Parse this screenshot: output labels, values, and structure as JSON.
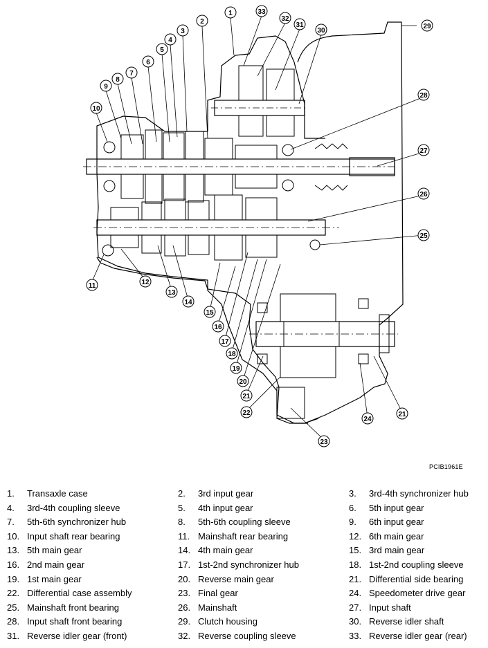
{
  "diagram": {
    "figure_code": "PCIB1961E",
    "callouts": [
      "1",
      "2",
      "3",
      "4",
      "5",
      "6",
      "7",
      "8",
      "9",
      "10",
      "11",
      "12",
      "13",
      "14",
      "15",
      "16",
      "17",
      "18",
      "19",
      "20",
      "21",
      "21",
      "22",
      "23",
      "24",
      "25",
      "26",
      "27",
      "28",
      "29",
      "30",
      "31",
      "32",
      "33"
    ]
  },
  "legend": [
    {
      "num": "1.",
      "label": "Transaxle case"
    },
    {
      "num": "2.",
      "label": "3rd input gear"
    },
    {
      "num": "3.",
      "label": "3rd-4th synchronizer hub"
    },
    {
      "num": "4.",
      "label": "3rd-4th coupling sleeve"
    },
    {
      "num": "5.",
      "label": "4th input gear"
    },
    {
      "num": "6.",
      "label": "5th input gear"
    },
    {
      "num": "7.",
      "label": "5th-6th synchronizer hub"
    },
    {
      "num": "8.",
      "label": "5th-6th coupling sleeve"
    },
    {
      "num": "9.",
      "label": "6th input gear"
    },
    {
      "num": "10.",
      "label": "Input shaft rear bearing"
    },
    {
      "num": "11.",
      "label": "Mainshaft rear bearing"
    },
    {
      "num": "12.",
      "label": "6th main gear"
    },
    {
      "num": "13.",
      "label": "5th main gear"
    },
    {
      "num": "14.",
      "label": "4th main gear"
    },
    {
      "num": "15.",
      "label": "3rd main gear"
    },
    {
      "num": "16.",
      "label": "2nd main gear"
    },
    {
      "num": "17.",
      "label": "1st-2nd synchronizer hub"
    },
    {
      "num": "18.",
      "label": "1st-2nd coupling sleeve"
    },
    {
      "num": "19.",
      "label": "1st main gear"
    },
    {
      "num": "20.",
      "label": "Reverse main gear"
    },
    {
      "num": "21.",
      "label": "Differential side bearing"
    },
    {
      "num": "22.",
      "label": "Differential case assembly"
    },
    {
      "num": "23.",
      "label": "Final gear"
    },
    {
      "num": "24.",
      "label": "Speedometer drive gear"
    },
    {
      "num": "25.",
      "label": "Mainshaft front bearing"
    },
    {
      "num": "26.",
      "label": "Mainshaft"
    },
    {
      "num": "27.",
      "label": "Input shaft"
    },
    {
      "num": "28.",
      "label": "Input shaft front bearing"
    },
    {
      "num": "29.",
      "label": "Clutch housing"
    },
    {
      "num": "30.",
      "label": "Reverse idler shaft"
    },
    {
      "num": "31.",
      "label": "Reverse idler gear (front)"
    },
    {
      "num": "32.",
      "label": "Reverse coupling sleeve"
    },
    {
      "num": "33.",
      "label": "Reverse idler gear (rear)"
    }
  ]
}
